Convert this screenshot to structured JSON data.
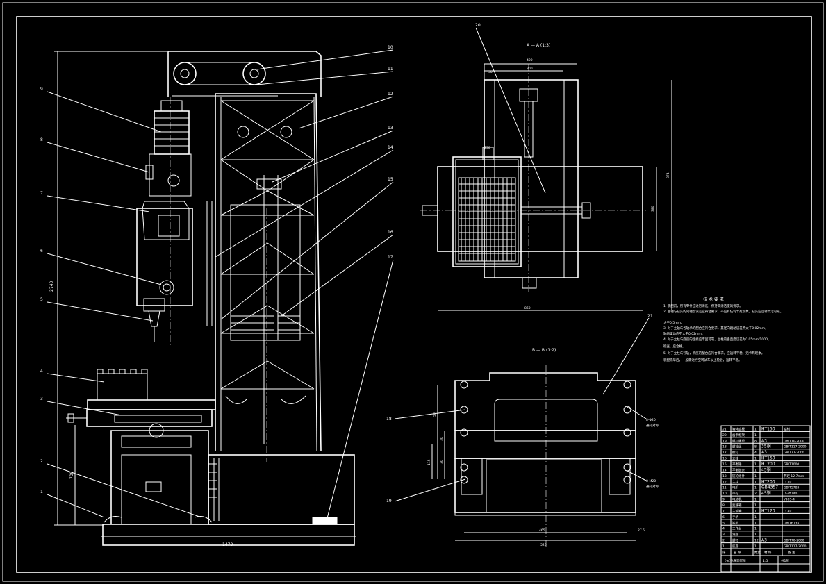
{
  "views": {
    "section_aa": "A — A (1:3)",
    "section_bb": "B — B (1:2)"
  },
  "balloons": [
    "1",
    "2",
    "3",
    "4",
    "5",
    "6",
    "7",
    "8",
    "9",
    "10",
    "11",
    "12",
    "13",
    "14",
    "15",
    "16",
    "17",
    "18",
    "19",
    "20",
    "21"
  ],
  "dimensions": {
    "overall_height": "2740",
    "table_height": "700",
    "base_width": "1470",
    "aa_width_top": "400",
    "aa_width_inner": "300",
    "aa_width_bottom": "860",
    "aa_small": "30",
    "aa_small2": "230",
    "aa_height": "874",
    "aa_side": "380",
    "bb_h1": "50",
    "bb_h2": "30",
    "bb_h3": "115",
    "bb_h4": "30",
    "bb_w1": "465",
    "bb_w2": "520",
    "bb_w3": "27.5",
    "hole_top": "8-Φ20",
    "hole_bottom": "8-M20",
    "hole_note": "通孔对称"
  },
  "technical": {
    "title": "技 术 要 求",
    "notes": [
      "1. 装配前，所有零件应进行清洗，保持其清洁度的要求。",
      "2. 主轴与钻头的同轴度误差应符合要求，不应有任何卡死现象，钻头应运转灵活可靠。",
      "   大于0.5mm。",
      "3. 对于主轴与各轴承的配合应符合要求，其径向跳动误差不大于0.02mm，",
      "   轴向窜动应不大于0.02mm。",
      "4. 对于立柱与底座的连接应牢固可靠，立柱的垂直度误差为0.05mm/1000。",
      "   检查，应合格。",
      "5. 对于立柱与导轨，滑座的配合应符合要求，应运转平稳、无卡死现象。",
      "   装配完毕后，一般需进行空转试车以上检验，运转平稳。"
    ]
  },
  "parts_list": [
    {
      "no": "21",
      "name": "箱体底板",
      "qty": "1",
      "mat": "HT150",
      "note": "钻削"
    },
    {
      "no": "20",
      "name": "齿条框架",
      "qty": "1",
      "mat": "",
      "note": ""
    },
    {
      "no": "19",
      "name": "螺钉螺母",
      "qty": "8",
      "mat": "A3",
      "note": "GB/T70-2000"
    },
    {
      "no": "18",
      "name": "螺栓组",
      "qty": "8",
      "mat": "35钢",
      "note": "GB/T117-2000"
    },
    {
      "no": "17",
      "name": "螺钉",
      "qty": "4",
      "mat": "A3",
      "note": "GB/T77-2000"
    },
    {
      "no": "16",
      "name": "立柱",
      "qty": "1",
      "mat": "HT150",
      "note": ""
    },
    {
      "no": "15",
      "name": "平衡锤",
      "qty": "1",
      "mat": "HT200",
      "note": "GB/T1000"
    },
    {
      "no": "14",
      "name": "平衡链条",
      "qty": "1",
      "mat": "45钢",
      "note": ""
    },
    {
      "no": "13",
      "name": "链轮组件",
      "qty": "1",
      "mat": "",
      "note": "节距 12.7mm"
    },
    {
      "no": "12",
      "name": "主柱",
      "qty": "1",
      "mat": "HT200",
      "note": "LC50"
    },
    {
      "no": "11",
      "name": "电机",
      "qty": "1",
      "mat": "GB4357",
      "note": "GB/T5783"
    },
    {
      "no": "10",
      "name": "带轮",
      "qty": "2",
      "mat": "45钢",
      "note": "D=Φ140"
    },
    {
      "no": "9",
      "name": "电动机",
      "qty": "1",
      "mat": "",
      "note": "Y90S-4"
    },
    {
      "no": "8",
      "name": "变速箱",
      "qty": "1",
      "mat": "",
      "note": ""
    },
    {
      "no": "7",
      "name": "主轴箱",
      "qty": "1",
      "mat": "HT120",
      "note": "LC40"
    },
    {
      "no": "6",
      "name": "手柄",
      "qty": "1",
      "mat": "",
      "note": ""
    },
    {
      "no": "5",
      "name": "钻头",
      "qty": "1",
      "mat": "",
      "note": "GB/T6135"
    },
    {
      "no": "4",
      "name": "工作台",
      "qty": "1",
      "mat": "",
      "note": ""
    },
    {
      "no": "3",
      "name": "滑座",
      "qty": "1",
      "mat": "",
      "note": ""
    },
    {
      "no": "2",
      "name": "螺钉",
      "qty": "12",
      "mat": "A3",
      "note": "GB/T70-2000"
    },
    {
      "no": "1",
      "name": "底座",
      "qty": "1",
      "mat": "",
      "note": "GB/T117-2000"
    }
  ],
  "title_block": {
    "header": [
      "序",
      "名 称",
      "数量",
      "材 料",
      "备 注"
    ],
    "drawing_name": "立式钻床装配图",
    "scale": "1:5",
    "sheet": "共1张"
  }
}
